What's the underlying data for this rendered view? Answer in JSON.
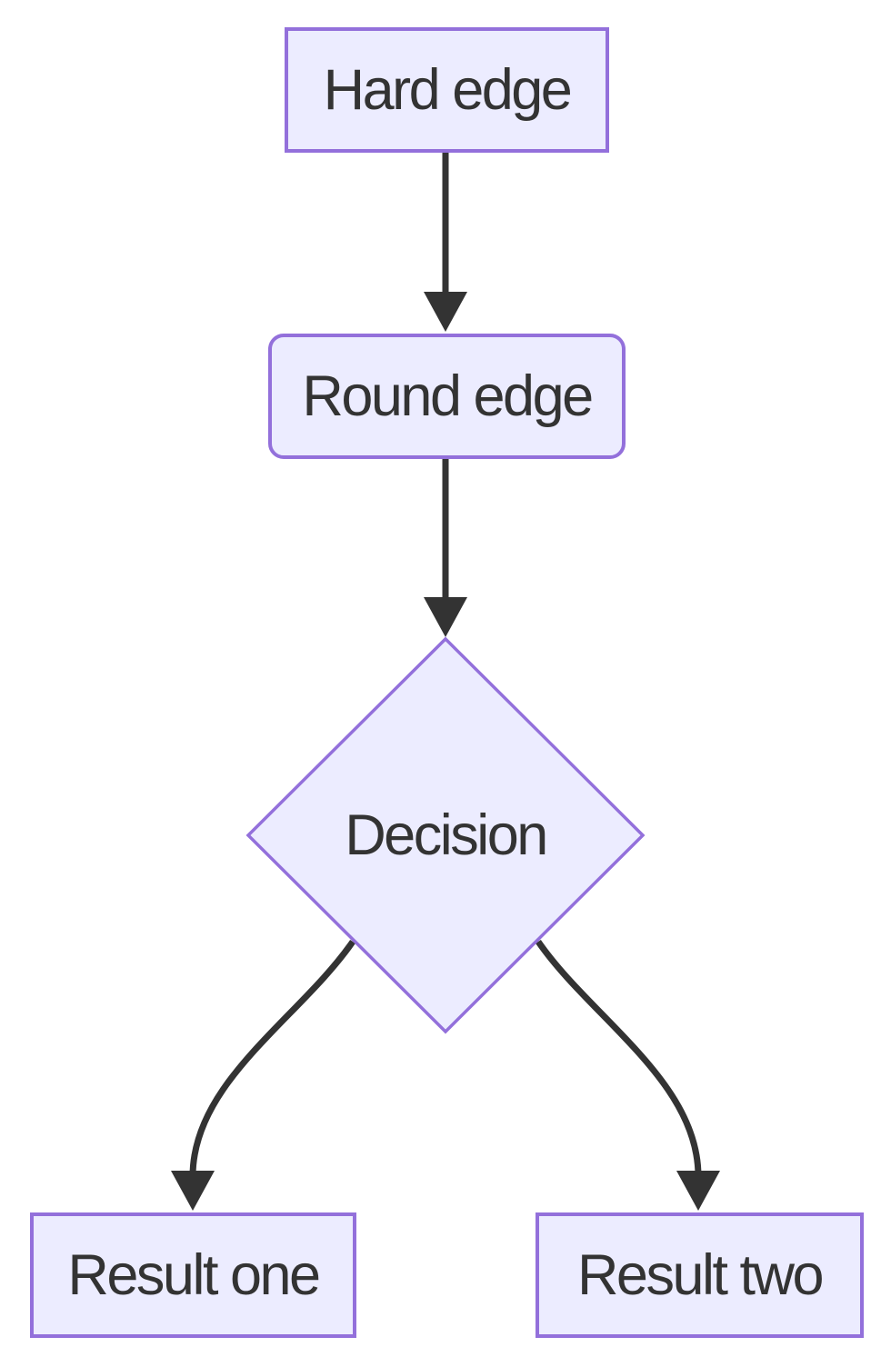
{
  "diagram": {
    "type": "flowchart",
    "direction": "top-down",
    "nodes": [
      {
        "id": "hard-edge",
        "label": "Hard edge",
        "shape": "rectangle"
      },
      {
        "id": "round-edge",
        "label": "Round edge",
        "shape": "rounded-rectangle"
      },
      {
        "id": "decision",
        "label": "Decision",
        "shape": "diamond"
      },
      {
        "id": "result-one",
        "label": "Result one",
        "shape": "rectangle"
      },
      {
        "id": "result-two",
        "label": "Result two",
        "shape": "rectangle"
      }
    ],
    "edges": [
      {
        "from": "Hard edge",
        "to": "Round edge",
        "style": "solid-arrow"
      },
      {
        "from": "Round edge",
        "to": "Decision",
        "style": "solid-arrow"
      },
      {
        "from": "Decision",
        "to": "Result one",
        "style": "solid-arrow"
      },
      {
        "from": "Decision",
        "to": "Result two",
        "style": "solid-arrow"
      }
    ]
  },
  "theme": {
    "node_fill": "#ECECFF",
    "node_border": "#9370DB",
    "edge_color": "#333333",
    "text_color": "#333333",
    "background": "#FFFFFF"
  }
}
